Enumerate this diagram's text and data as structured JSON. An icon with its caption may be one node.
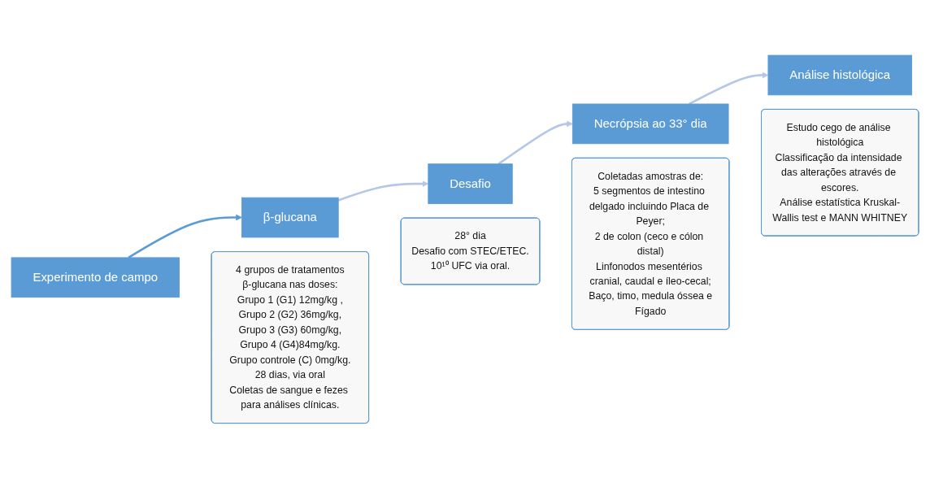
{
  "diagram": {
    "nodes": [
      {
        "text": [
          "Experimento de campo"
        ]
      },
      {
        "text": [
          "β-glucana"
        ]
      },
      {
        "text": [
          "4 grupos de tratamentos",
          "β-glucana nas doses:",
          "Grupo 1 (G1) 12mg/kg ,",
          "Grupo 2 (G2) 36mg/kg,",
          "Grupo 3 (G3) 60mg/kg,",
          "Grupo 4 (G4)84mg/kg.",
          "Grupo controle (C) 0mg/kg.",
          "28 dias, via oral",
          "Coletas de sangue e fezes para análises clínicas."
        ]
      },
      {
        "text": [
          "Desafio"
        ]
      },
      {
        "text": [
          "28° dia",
          "Desafio com STEC/ETEC.",
          "10¹⁰ UFC via oral."
        ]
      },
      {
        "text": [
          "Necrópsia ao 33° dia"
        ]
      },
      {
        "text": [
          "Coletadas amostras de:",
          "5 segmentos de intestino delgado incluindo Placa de Peyer;",
          "2 de colon (ceco e cólon distal)",
          "Linfonodos mesentérios cranial, caudal e íleo-cecal;",
          "Baço, timo, medula óssea e",
          "Fígado"
        ]
      },
      {
        "text": [
          "Análise histológica"
        ]
      },
      {
        "text": [
          "Estudo cego de análise histológica",
          "Classificação da intensidade das alterações através de escores.",
          "Análise estatística Kruskal-Wallis test e MANN WHITNEY"
        ]
      }
    ],
    "edges": [
      {
        "from": 0,
        "to": 1,
        "arrow": "to",
        "color": "#5b9bd5"
      },
      {
        "from": 1,
        "to": 3,
        "arrow": "to"
      },
      {
        "from": 3,
        "to": 5,
        "arrow": "to"
      },
      {
        "from": 5,
        "to": 7,
        "arrow": "to"
      }
    ]
  }
}
